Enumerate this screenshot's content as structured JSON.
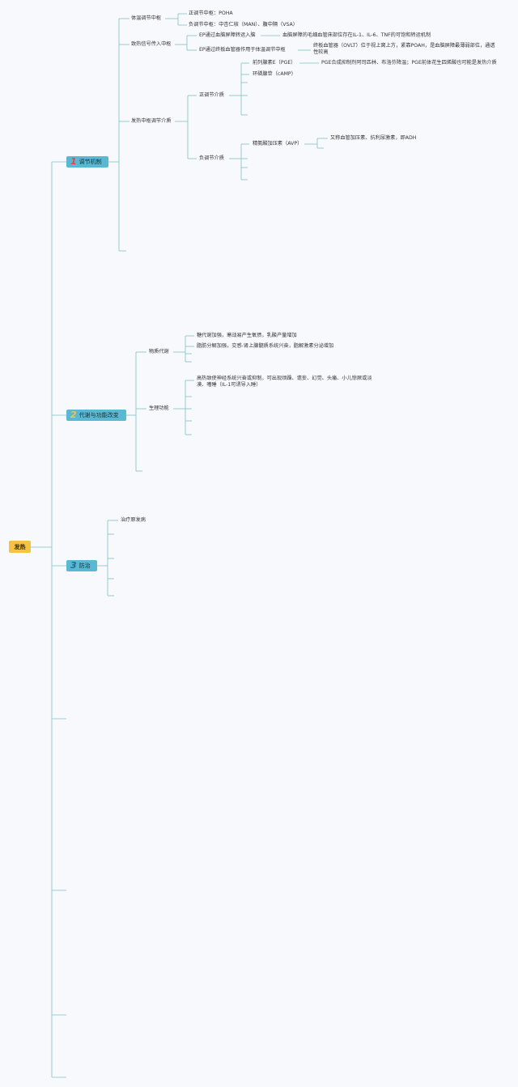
{
  "root": {
    "label": "发热"
  },
  "branches": [
    {
      "num": "1",
      "num_color": "#e8434b",
      "label": "调节机制",
      "children": [
        {
          "label": "体温调节中枢",
          "children": [
            {
              "label": "正调节中枢：POHA"
            },
            {
              "label": "负调节中枢：中杏仁核（MAN）、腹中隔（VSA）"
            }
          ]
        },
        {
          "label": "致热信号传入中枢",
          "children": [
            {
              "label": "EP通过血脑屏障转运入脑",
              "note": "血脑屏障的毛细血管床部位存在IL-1、IL-6、TNF的可饱和转运机制"
            },
            {
              "label": "EP通过终板血管器作用于体温调节中枢",
              "note": "终板血管器（OVLT）位于视上窝上方，紧靠POAH，是血脑屏障最薄弱部位，通透性较高"
            }
          ]
        },
        {
          "label": "发热中枢调节介质",
          "children": [
            {
              "label": "正调节介质",
              "children": [
                {
                  "label": "前列腺素E（PGE）",
                  "note": "PGE合成抑制剂阿司匹林、布洛芬降温；PGE前体花生四烯酸也可能是发热介质"
                },
                {
                  "label": "环磷腺苷（cAMP）"
                }
              ]
            },
            {
              "label": "负调节介质",
              "children": [
                {
                  "label": "精氨酸加压素（AVP）",
                  "note": "又称血管加压素、抗利尿激素，即ADH"
                }
              ]
            }
          ]
        }
      ]
    },
    {
      "num": "2",
      "num_color": "#f5c242",
      "label": "代谢与功能改变",
      "children": [
        {
          "label": "物质代谢",
          "children": [
            {
              "label": "糖代谢加强，寒战易产生氧债，乳酸产量增加"
            },
            {
              "label": "脂肪分解加强，交感-肾上腺髓质系统兴奋，脂解激素分泌增加"
            }
          ]
        },
        {
          "label": "生理功能",
          "children": [
            {
              "label": "高热致使神经系统兴奋或抑制，可出现烦躁、谵妄、幻觉、头痛、小儿惊厥或淡漠、嗜睡（IL-1可诱导入睡）"
            }
          ]
        }
      ]
    },
    {
      "num": "3",
      "num_color": "#5bb8d2",
      "label": "防治",
      "children": [
        {
          "label": "治疗原发病"
        }
      ]
    }
  ]
}
